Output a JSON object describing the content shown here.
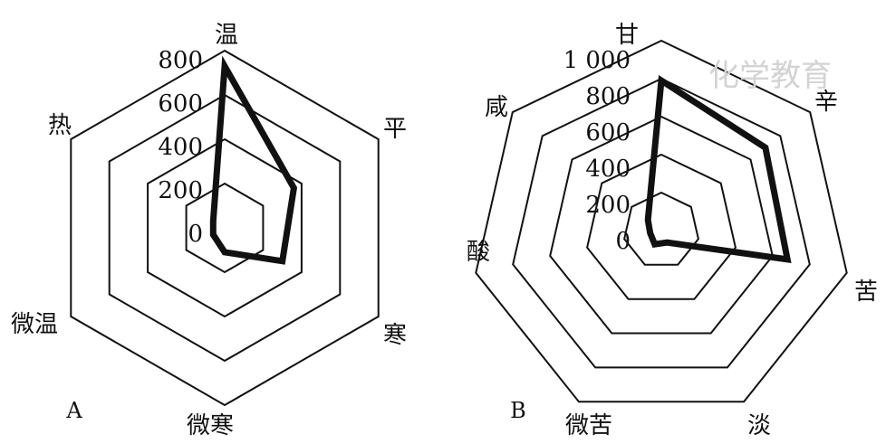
{
  "chart_data": [
    {
      "type": "radar",
      "panel_label": "A",
      "axes": [
        "温",
        "平",
        "寒",
        "微寒",
        "微温",
        "热"
      ],
      "rticks": [
        "0",
        "200",
        "400",
        "600",
        "800"
      ],
      "rlim": [
        0,
        800
      ],
      "series": [
        {
          "values": [
            730,
            360,
            300,
            110,
            60,
            60
          ]
        }
      ],
      "grid": true
    },
    {
      "type": "radar",
      "panel_label": "B",
      "axes": [
        "甘",
        "辛",
        "苦",
        "淡",
        "微苦",
        "酸",
        "咸"
      ],
      "rticks": [
        "0",
        "200",
        "400",
        "600",
        "800",
        "1 000"
      ],
      "rlim": [
        0,
        1000
      ],
      "series": [
        {
          "values": [
            790,
            700,
            680,
            70,
            80,
            60,
            90
          ]
        }
      ],
      "grid": true
    }
  ],
  "watermark": "化学教育"
}
